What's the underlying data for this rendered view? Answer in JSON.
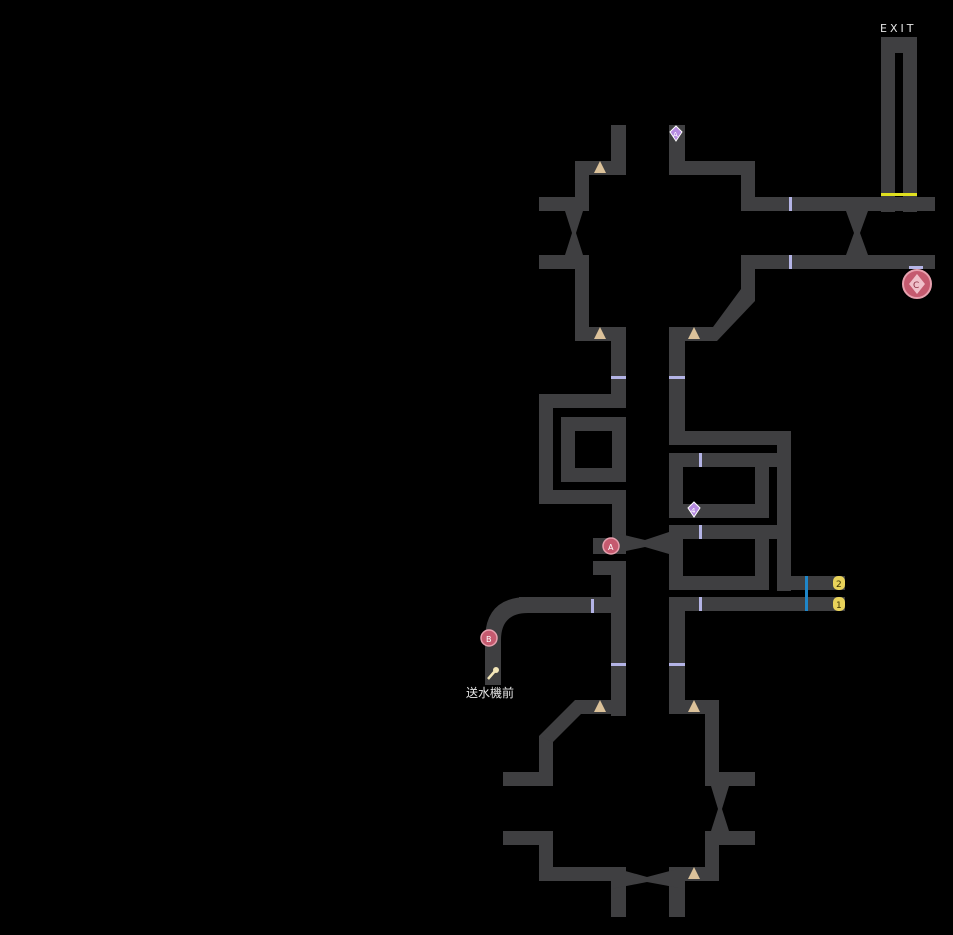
{
  "map": {
    "exit_label": "EXIT",
    "location_label": "送水機前",
    "corridor_color": "#3f3f41",
    "background_color": "#000000",
    "door_color": "#b4b4e6",
    "exit_marker_color": "#e0e020",
    "water_gate_color": "#1f86c8"
  },
  "markers": {
    "save_points": [
      {
        "id": "save-point-north-1",
        "glyph": "A"
      },
      {
        "id": "save-point-north-2",
        "glyph": "C"
      }
    ],
    "switches": [
      {
        "id": "switch-a",
        "glyph": "A"
      },
      {
        "id": "switch-b",
        "glyph": "B"
      },
      {
        "id": "switch-c",
        "glyph": "C"
      }
    ],
    "valves": [
      {
        "id": "valve-1",
        "glyph": "1"
      },
      {
        "id": "valve-2",
        "glyph": "2"
      }
    ],
    "crystals": [
      {
        "id": "crystal-1",
        "glyph": "A"
      },
      {
        "id": "crystal-2",
        "glyph": "4"
      }
    ],
    "icons": {
      "stairs": "stairs-up-icon",
      "player": "player-position-icon",
      "door": "door-icon"
    }
  }
}
